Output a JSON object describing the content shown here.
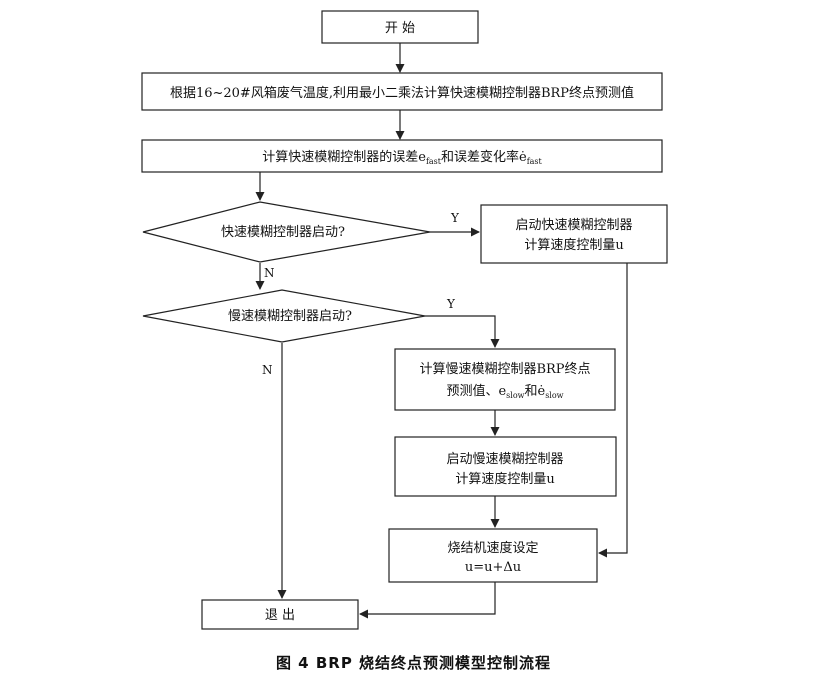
{
  "nodes": {
    "start": "开 始",
    "calc_endpoint": "根据16~20#风箱废气温度,利用最小二乘法计算快速模糊控制器BRP终点预测值",
    "calc_error_prefix": "计算快速模糊控制器的误差e",
    "calc_error_sub1": "fast",
    "calc_error_mid": "和误差变化率ė",
    "calc_error_sub2": "fast",
    "fast_decision": "快速模糊控制器启动?",
    "fast_start_line1": "启动快速模糊控制器",
    "fast_start_line2": "计算速度控制量u",
    "slow_decision": "慢速模糊控制器启动?",
    "slow_calc_line1": "计算慢速模糊控制器BRP终点",
    "slow_calc_line2_prefix": "预测值、e",
    "slow_calc_sub1": "slow",
    "slow_calc_mid": "和ė",
    "slow_calc_sub2": "slow",
    "slow_start_line1": "启动慢速模糊控制器",
    "slow_start_line2": "计算速度控制量u",
    "speed_set_line1": "烧结机速度设定",
    "speed_set_line2": "u=u+Δu",
    "exit": "退 出"
  },
  "edge_labels": {
    "fast_yes": "Y",
    "fast_no": "N",
    "slow_yes": "Y",
    "slow_no": "N"
  },
  "caption": "图 4   BRP 烧结终点预测模型控制流程"
}
